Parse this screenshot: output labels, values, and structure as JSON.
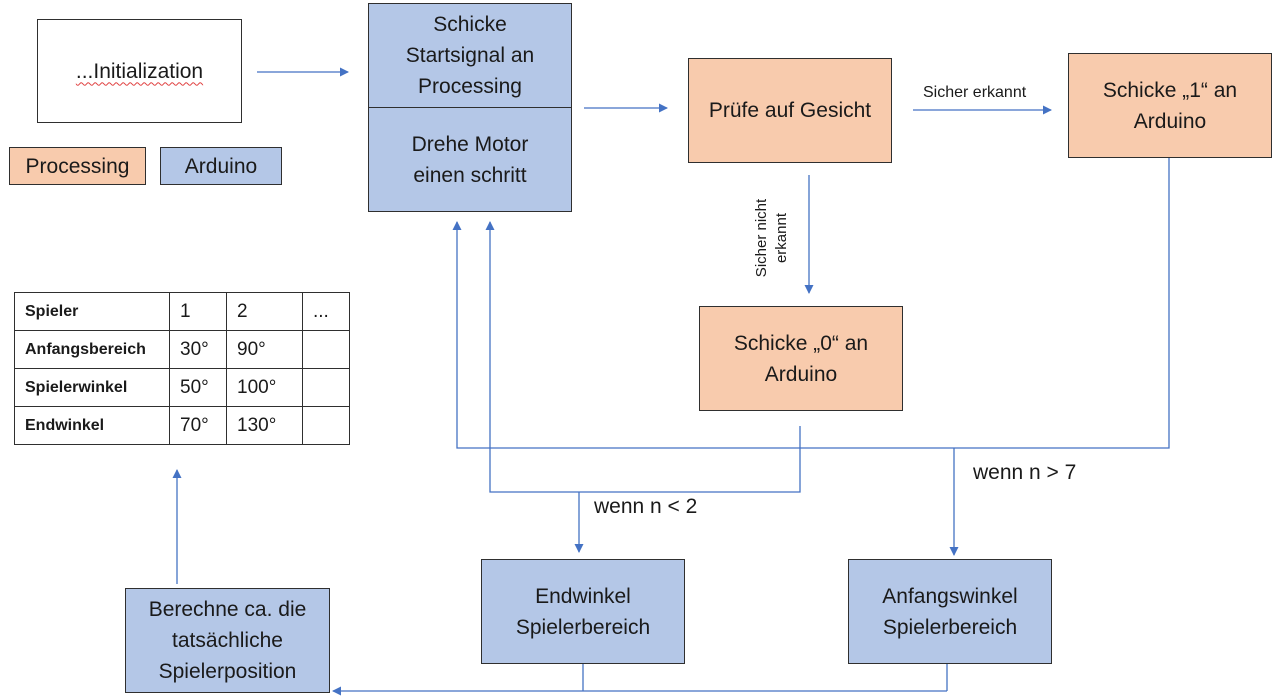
{
  "init_box": "...Initialization",
  "legend": {
    "processing": "Processing",
    "arduino": "Arduino"
  },
  "startsignal_box": [
    "Schicke",
    "Startsignal an",
    "Processing"
  ],
  "motor_box": [
    "Drehe Motor",
    "einen schritt"
  ],
  "face_check_box": "Prüfe auf Gesicht",
  "send_one_box": [
    "Schicke „1“ an",
    "Arduino"
  ],
  "send_zero_box": [
    "Schicke „0“ an",
    "Arduino"
  ],
  "edge_labels": {
    "detected": "Sicher erkannt",
    "not_detected": [
      "Sicher nicht",
      "erkannt"
    ],
    "n_less_2": "wenn n < 2",
    "n_greater_7": "wenn n > 7"
  },
  "endwinkel_box": [
    "Endwinkel",
    "Spielerbereich"
  ],
  "anfangswinkel_box": [
    "Anfangswinkel",
    "Spielerbereich"
  ],
  "calc_box": [
    "Berechne ca. die",
    "tatsächliche",
    "Spielerposition"
  ],
  "table": {
    "rows": [
      [
        "Spieler",
        "1",
        "2",
        "..."
      ],
      [
        "Anfangsbereich",
        "30°",
        "90°",
        ""
      ],
      [
        "Spielerwinkel",
        "50°",
        "100°",
        ""
      ],
      [
        "Endwinkel",
        "70°",
        "130°",
        ""
      ]
    ]
  },
  "colors": {
    "arduino_fill": "#b4c7e7",
    "processing_fill": "#f8cbad",
    "connector": "#4472c4"
  }
}
